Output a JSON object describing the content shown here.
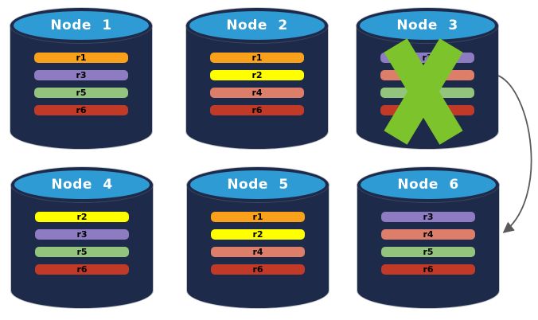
{
  "colors": {
    "background": "#ffffff",
    "cylinder_body": "#1E2A4A",
    "cylinder_top": "#2E9BD5",
    "node_title_text": "#ffffff",
    "replica_label_text": "#000000",
    "failure_x": "#7DC32B",
    "arrow": "#595959"
  },
  "nodes": [
    {
      "name": "Node 1",
      "failed": false,
      "replicas": [
        {
          "label": "r1",
          "color": "#F9A11B"
        },
        {
          "label": "r3",
          "color": "#8E7CC3"
        },
        {
          "label": "r5",
          "color": "#93C47D"
        },
        {
          "label": "r6",
          "color": "#C13A28"
        }
      ]
    },
    {
      "name": "Node 2",
      "failed": false,
      "replicas": [
        {
          "label": "r1",
          "color": "#F9A11B"
        },
        {
          "label": "r2",
          "color": "#FFFF00"
        },
        {
          "label": "r4",
          "color": "#DD7E6B"
        },
        {
          "label": "r6",
          "color": "#C13A28"
        }
      ]
    },
    {
      "name": "Node 3",
      "failed": true,
      "replicas": [
        {
          "label": "r3",
          "color": "#8E7CC3"
        },
        {
          "label": "r4",
          "color": "#DD7E6B",
          "label_occluded_by_x": true
        },
        {
          "label": "r5",
          "color": "#93C47D",
          "label_occluded_by_x": true
        },
        {
          "label": "r6",
          "color": "#C13A28",
          "label_occluded_by_x": true
        }
      ]
    },
    {
      "name": "Node 4",
      "failed": false,
      "replicas": [
        {
          "label": "r2",
          "color": "#FFFF00"
        },
        {
          "label": "r3",
          "color": "#8E7CC3"
        },
        {
          "label": "r5",
          "color": "#93C47D"
        },
        {
          "label": "r6",
          "color": "#C13A28"
        }
      ]
    },
    {
      "name": "Node 5",
      "failed": false,
      "replicas": [
        {
          "label": "r1",
          "color": "#F9A11B"
        },
        {
          "label": "r2",
          "color": "#FFFF00"
        },
        {
          "label": "r4",
          "color": "#DD7E6B"
        },
        {
          "label": "r6",
          "color": "#C13A28"
        }
      ]
    },
    {
      "name": "Node 6",
      "failed": false,
      "replicas": [
        {
          "label": "r3",
          "color": "#8E7CC3"
        },
        {
          "label": "r4",
          "color": "#DD7E6B"
        },
        {
          "label": "r5",
          "color": "#93C47D"
        },
        {
          "label": "r6",
          "color": "#C13A28"
        }
      ]
    }
  ],
  "failure_marker": {
    "node": "Node 3",
    "icon": "green-x",
    "color": "#7DC32B"
  },
  "arrow": {
    "from": "Node 3",
    "to": "Node 6",
    "style": "curved",
    "color": "#595959"
  }
}
